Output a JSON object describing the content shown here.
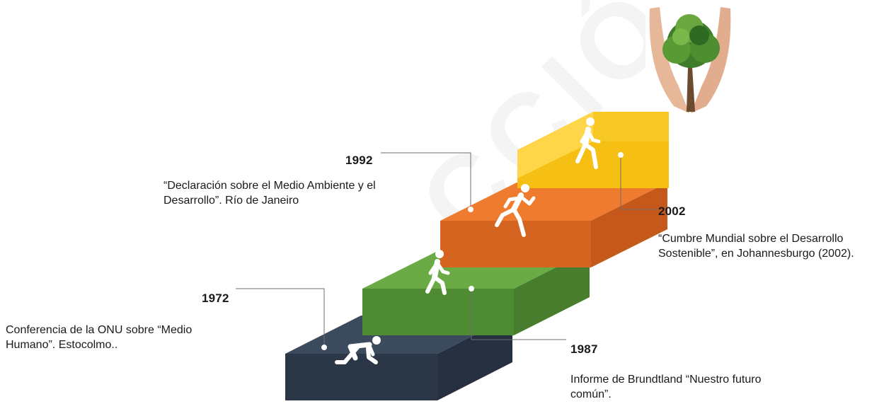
{
  "milestones": [
    {
      "year": "1972",
      "text": "Conferencia de la ONU sobre “Medio Humano”. Estocolmo.."
    },
    {
      "year": "1987",
      "text": "Informe de Brundtland “Nuestro futuro común”."
    },
    {
      "year": "1992",
      "text": "“Declaración sobre el Medio Ambiente y el Desarrollo”. Río de Janeiro"
    },
    {
      "year": "2002",
      "text": "“Cumbre Mundial sobre el Desarrollo Sostenible”, en Johannesburgo (2002)."
    }
  ],
  "watermark_text": "CCIÓN",
  "colors": {
    "step1": "#3c4a5e",
    "step2": "#6bab45",
    "step3": "#ef7b2f",
    "step4": "#f5bf14"
  },
  "icons": [
    "crouching-runner-icon",
    "walking-person-icon",
    "running-person-icon",
    "walking-person-icon"
  ]
}
